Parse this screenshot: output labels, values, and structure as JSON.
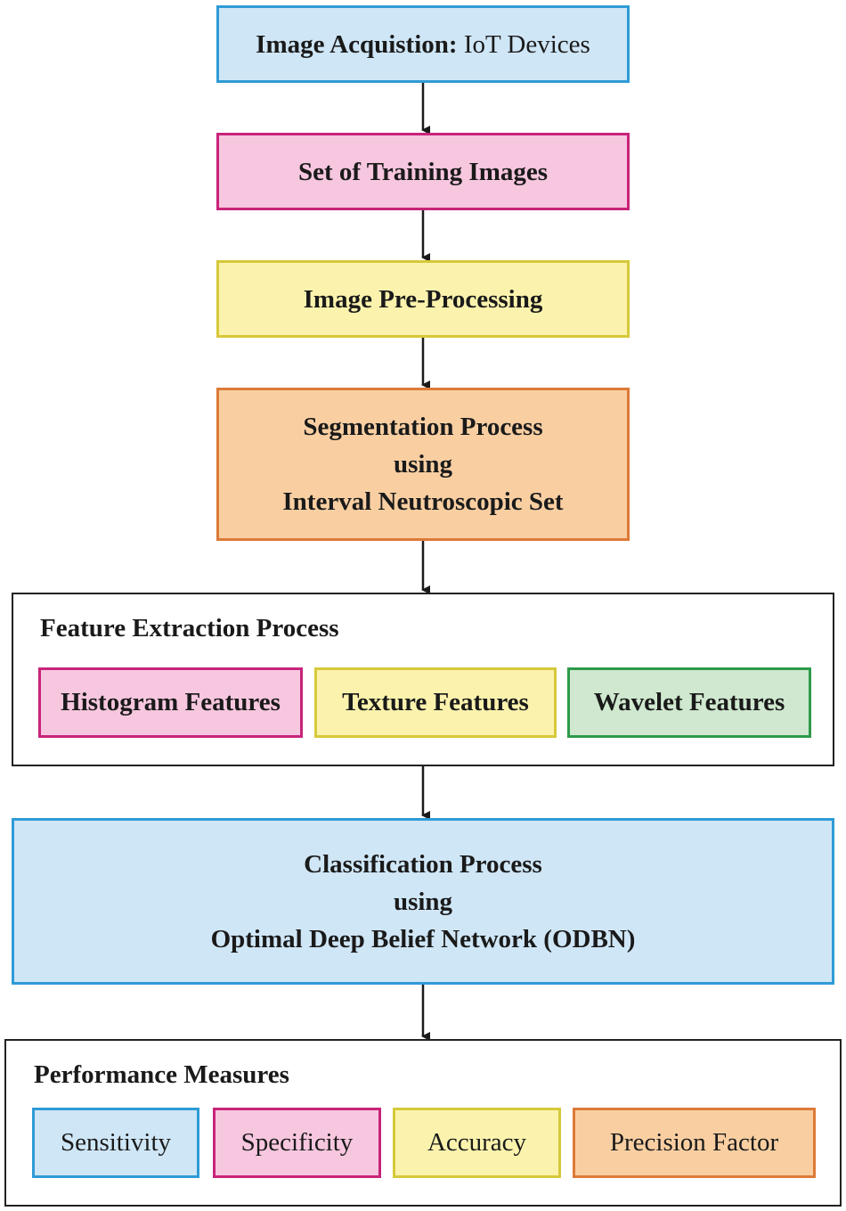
{
  "acquisition": {
    "bold": "Image Acquistion:",
    "rest": " IoT Devices"
  },
  "training": "Set of Training Images",
  "preprocessing": "Image Pre-Processing",
  "segmentation": {
    "line1": "Segmentation Process",
    "line2": "using",
    "line3": "Interval Neutroscopic Set"
  },
  "feature_extraction": {
    "title": "Feature Extraction Process",
    "items": [
      "Histogram Features",
      "Texture Features",
      "Wavelet Features"
    ]
  },
  "classification": {
    "line1": "Classification Process",
    "line2": "using",
    "line3": "Optimal Deep Belief Network (ODBN)"
  },
  "performance": {
    "title": "Performance Measures",
    "items": [
      "Sensitivity",
      "Specificity",
      "Accuracy",
      "Precision Factor"
    ]
  },
  "colors": {
    "blue_fill": "#cfe6f6",
    "blue_border": "#2f9bd6",
    "pink_fill": "#f7c7df",
    "pink_border": "#c8247a",
    "yellow_fill": "#fbf3ad",
    "yellow_border": "#d6c93a",
    "orange_fill": "#f9cfa2",
    "orange_border": "#dd7a37",
    "green_fill": "#cfe8cf",
    "green_border": "#2e9a4a"
  }
}
